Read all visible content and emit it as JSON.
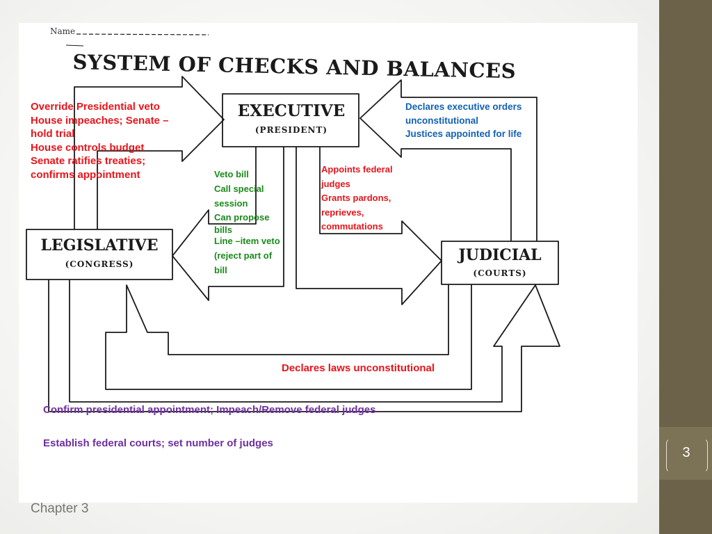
{
  "slide": {
    "chapter_label": "Chapter 3",
    "page_number": "3",
    "accent_bar_color": "#6b6249",
    "badge_color": "#7c7356"
  },
  "worksheet": {
    "name_label": "Name",
    "title": "SYSTEM OF CHECKS AND BALANCES"
  },
  "boxes": {
    "executive": {
      "title": "EXECUTIVE",
      "subtitle": "(PRESIDENT)"
    },
    "legislative": {
      "title": "LEGISLATIVE",
      "subtitle": "(CONGRESS)"
    },
    "judicial": {
      "title": "JUDICIAL",
      "subtitle": "(COURTS)"
    }
  },
  "annotations": {
    "legislative_to_executive": [
      "Override Presidential veto",
      "House impeaches; Senate –",
      "hold trial",
      "House controls budget",
      "Senate ratifies treaties;",
      "confirms appointment"
    ],
    "judicial_to_executive": [
      "Declares executive orders",
      "unconstitutional",
      "Justices appointed for life"
    ],
    "executive_to_legislative": [
      "Veto bill",
      "Call special",
      "session",
      "Can propose",
      "bills",
      "Line –item veto",
      "(reject part of",
      "bill"
    ],
    "executive_to_judicial": [
      "Appoints federal",
      "judges",
      "Grants pardons,",
      "reprieves,",
      "commutations"
    ],
    "judicial_to_legislative": "Declares laws unconstitutional",
    "legislative_to_judicial_1": "Confirm presidential appointment; Impeach/Remove federal judges",
    "legislative_to_judicial_2": "Establish federal courts; set number of judges"
  },
  "colors": {
    "red": "#e8141a",
    "blue": "#1260b4",
    "green": "#1a8a1a",
    "purple": "#6e30a0"
  }
}
